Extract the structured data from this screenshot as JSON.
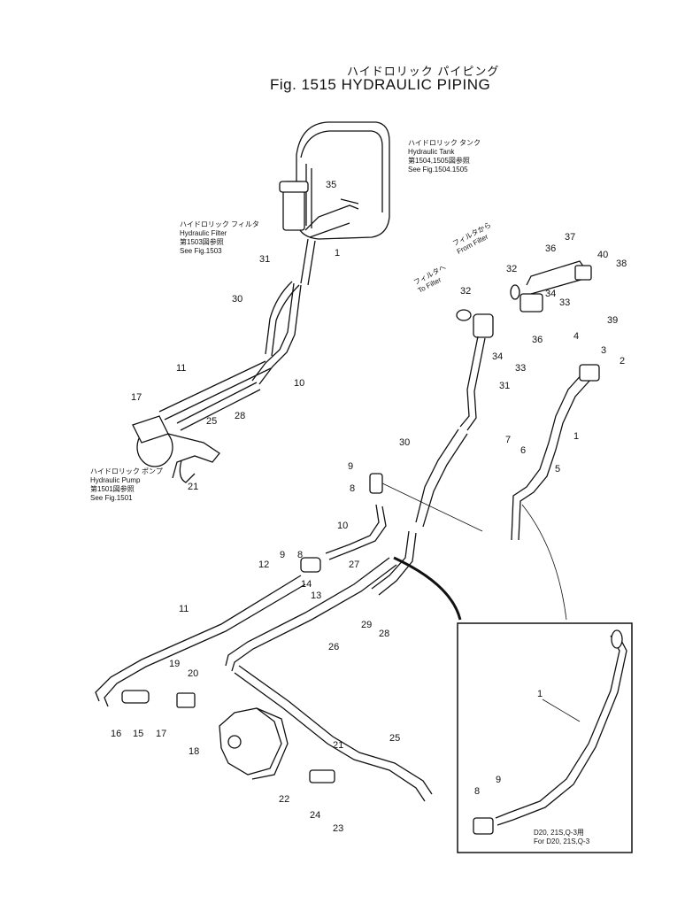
{
  "title": {
    "jp": "ハイドロリック パイピング",
    "en": "Fig. 1515 HYDRAULIC PIPING"
  },
  "notes": {
    "tank": [
      "ハイドロリック タンク",
      "Hydraulic Tank",
      "第1504,1505図参照",
      "See Fig.1504.1505"
    ],
    "filter": [
      "ハイドロリック フィルタ",
      "Hydraulic Filter",
      "第1503図参照",
      "See Fig.1503"
    ],
    "pump": [
      "ハイドロリック ポンプ",
      "Hydraulic Pump",
      "第1501図参照",
      "See Fig.1501"
    ],
    "from_filter": [
      "フィルタから",
      "From Filter"
    ],
    "to_filter": [
      "フィルタへ",
      "To Filter"
    ],
    "inset": [
      "D20, 21S,Q-3用",
      "For D20, 21S,Q-3"
    ]
  },
  "part_numbers": [
    "35",
    "1",
    "31",
    "30",
    "10",
    "11",
    "17",
    "28",
    "25",
    "21",
    "37",
    "36",
    "40",
    "38",
    "32",
    "34",
    "33",
    "39",
    "4",
    "3",
    "2",
    "1",
    "7",
    "6",
    "5",
    "9",
    "8",
    "10",
    "30",
    "31",
    "32",
    "34",
    "33",
    "36",
    "12",
    "9",
    "8",
    "14",
    "13",
    "27",
    "11",
    "29",
    "28",
    "26",
    "19",
    "20",
    "16",
    "15",
    "17",
    "18",
    "22",
    "21",
    "25",
    "24",
    "23",
    "1",
    "9",
    "8"
  ]
}
